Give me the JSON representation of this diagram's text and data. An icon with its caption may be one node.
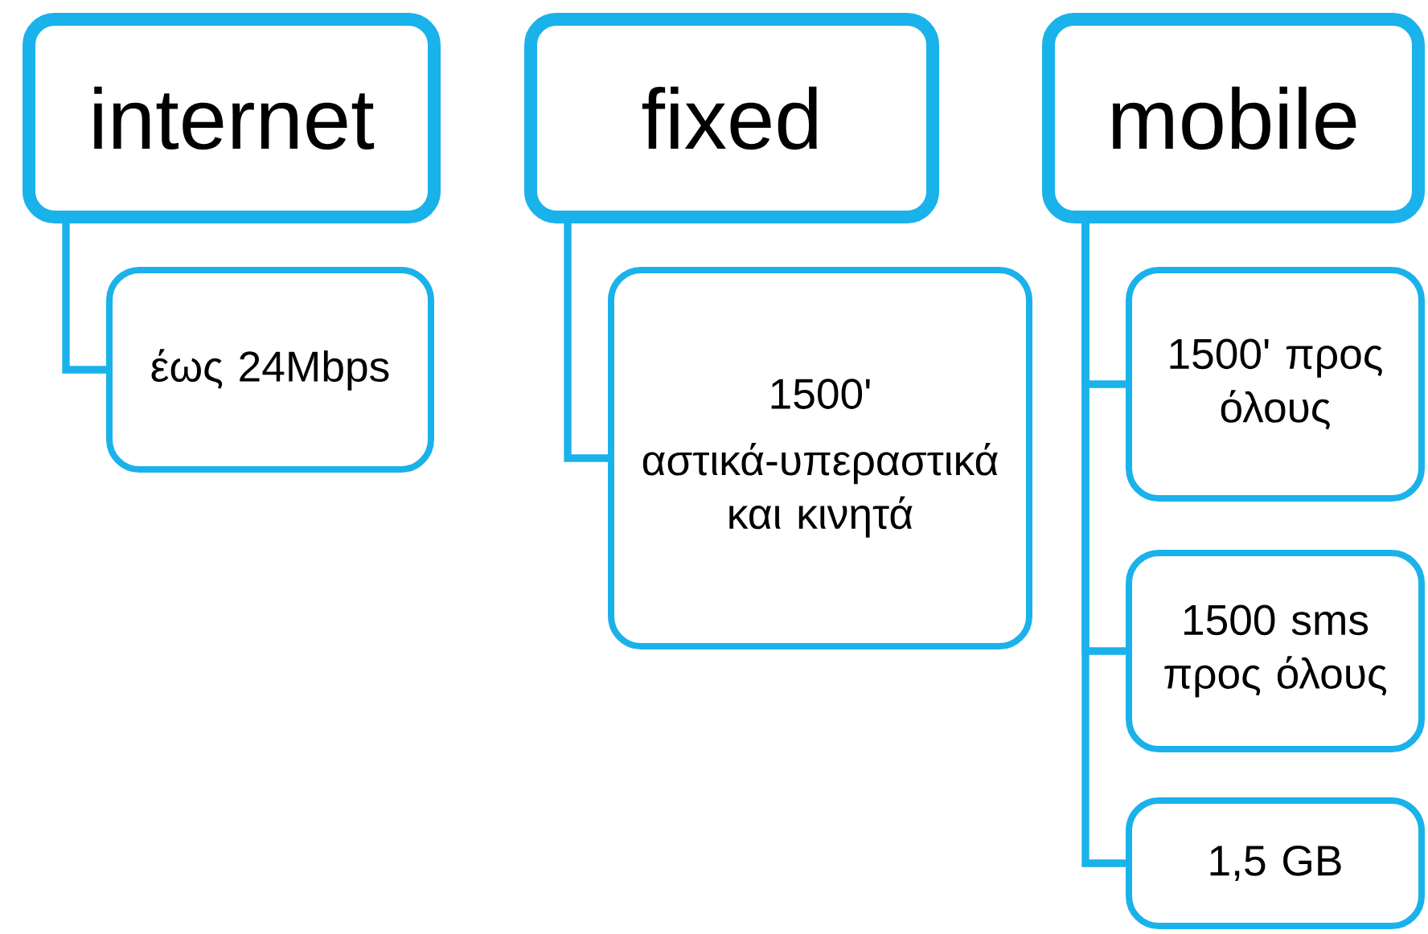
{
  "diagram": {
    "nodes": [
      {
        "text": [
          "internet"
        ]
      },
      {
        "text": [
          "έως 24Mbps"
        ]
      },
      {
        "text": [
          "fixed"
        ]
      },
      {
        "text": [
          "1500'",
          "αστικά-υπεραστικά και κινητά"
        ]
      },
      {
        "text": [
          "mobile"
        ]
      },
      {
        "text": [
          "1500' προς όλους"
        ]
      },
      {
        "text": [
          "1500 sms προς όλους"
        ]
      },
      {
        "text": [
          "1,5 GB"
        ]
      }
    ],
    "edges": [
      {
        "from": 0,
        "to": 1,
        "arrow": "none"
      },
      {
        "from": 2,
        "to": 3,
        "arrow": "none"
      },
      {
        "from": 4,
        "to": 5,
        "arrow": "none"
      },
      {
        "from": 4,
        "to": 6,
        "arrow": "none"
      },
      {
        "from": 4,
        "to": 7,
        "arrow": "none"
      }
    ]
  }
}
